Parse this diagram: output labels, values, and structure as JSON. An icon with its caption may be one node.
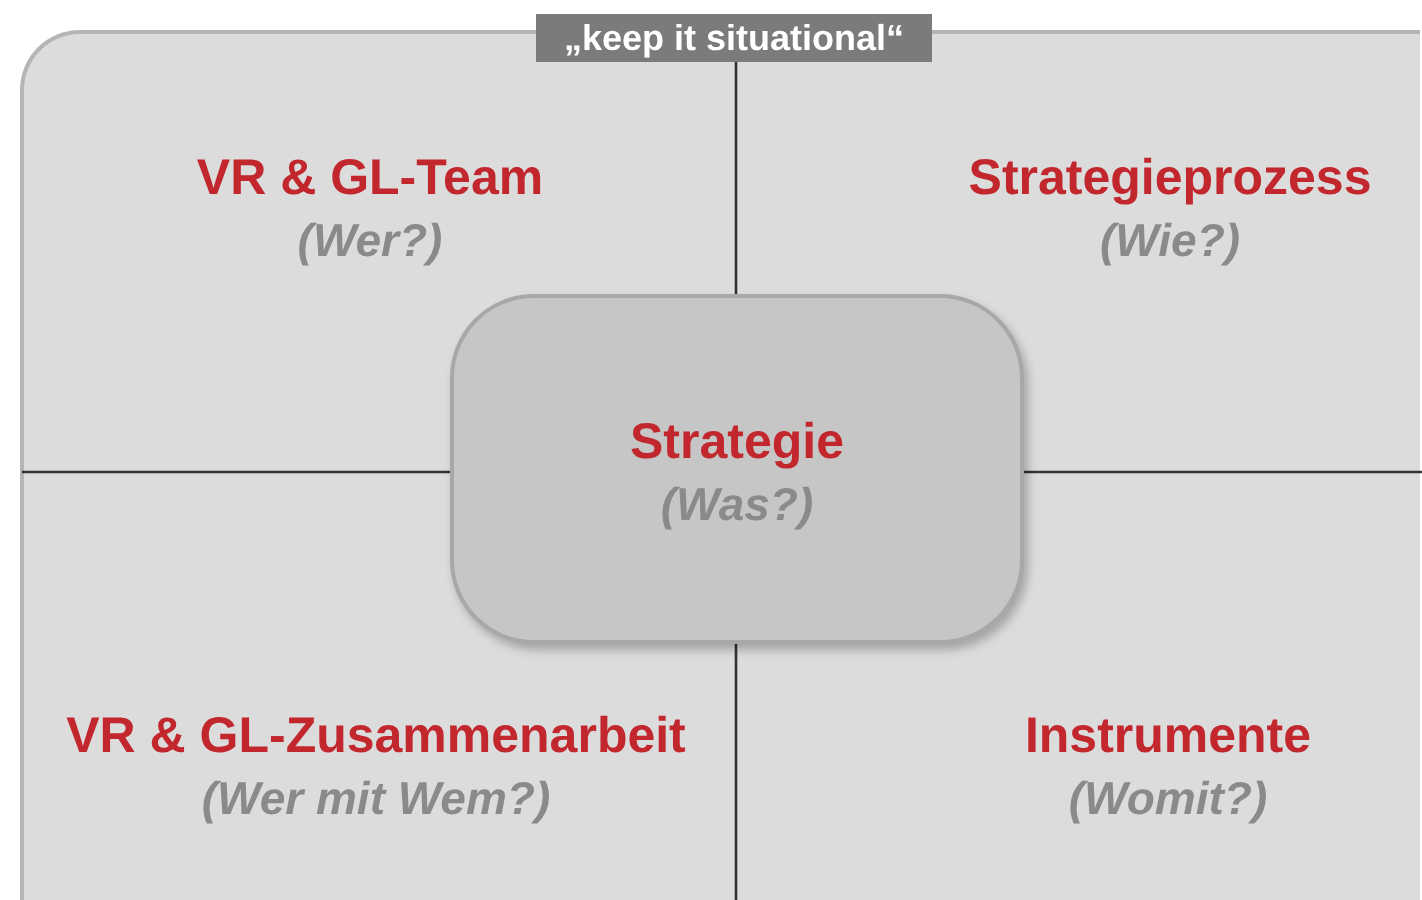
{
  "diagram": {
    "title": "„keep it situational“",
    "nodes": [
      {
        "text": [
          "VR & GL-Team",
          "(Wer?)"
        ]
      },
      {
        "text": [
          "Strategieprozess",
          "(Wie?)"
        ]
      },
      {
        "text": [
          "Strategie",
          "(Was?)"
        ]
      },
      {
        "text": [
          "VR & GL-Zusammenarbeit",
          "(Wer mit Wem?)"
        ]
      },
      {
        "text": [
          "Instrumente",
          "(Womit?)"
        ]
      }
    ]
  }
}
